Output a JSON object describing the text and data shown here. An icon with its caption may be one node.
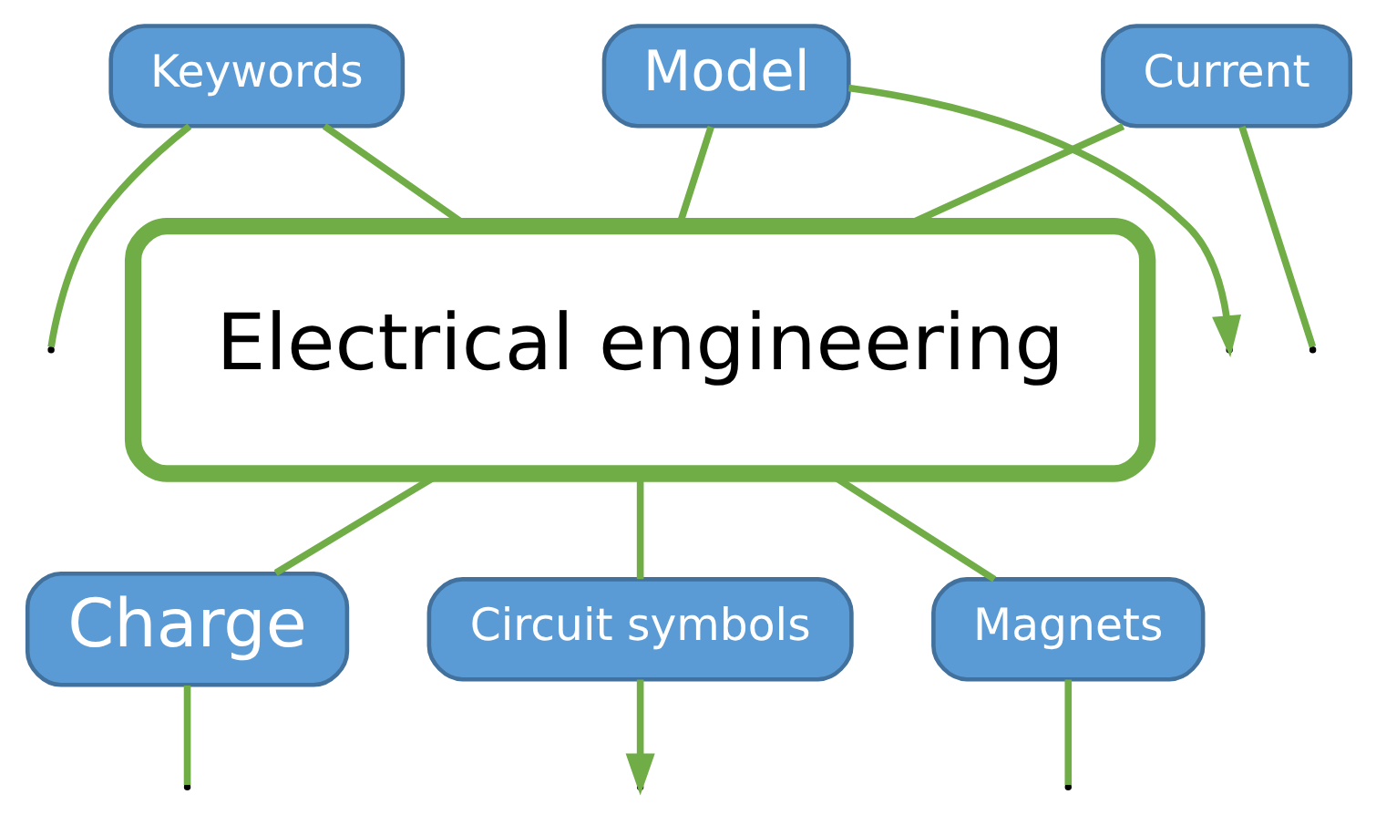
{
  "diagram": {
    "nodes": [
      {
        "text": [
          "Electrical engineering"
        ]
      },
      {
        "text": [
          "Keywords"
        ]
      },
      {
        "text": [
          "Model"
        ]
      },
      {
        "text": [
          "Current"
        ]
      },
      {
        "text": [
          "Charge"
        ]
      },
      {
        "text": [
          "Circuit symbols"
        ]
      },
      {
        "text": [
          "Magnets"
        ]
      }
    ],
    "edges": [
      {
        "from": 1,
        "to": 0,
        "arrow": "none"
      },
      {
        "from": 2,
        "to": 0,
        "arrow": "none"
      },
      {
        "from": 3,
        "to": 0,
        "arrow": "none"
      },
      {
        "from": 0,
        "to": 4,
        "arrow": "none"
      },
      {
        "from": 0,
        "to": 5,
        "arrow": "none"
      },
      {
        "from": 0,
        "to": 6,
        "arrow": "none"
      },
      {
        "from": 1,
        "to": null,
        "arrow": "none"
      },
      {
        "from": 2,
        "to": null,
        "arrow": "to"
      },
      {
        "from": 3,
        "to": null,
        "arrow": "none"
      },
      {
        "from": 4,
        "to": null,
        "arrow": "none"
      },
      {
        "from": 5,
        "to": null,
        "arrow": "to"
      },
      {
        "from": 6,
        "to": null,
        "arrow": "none"
      }
    ]
  }
}
